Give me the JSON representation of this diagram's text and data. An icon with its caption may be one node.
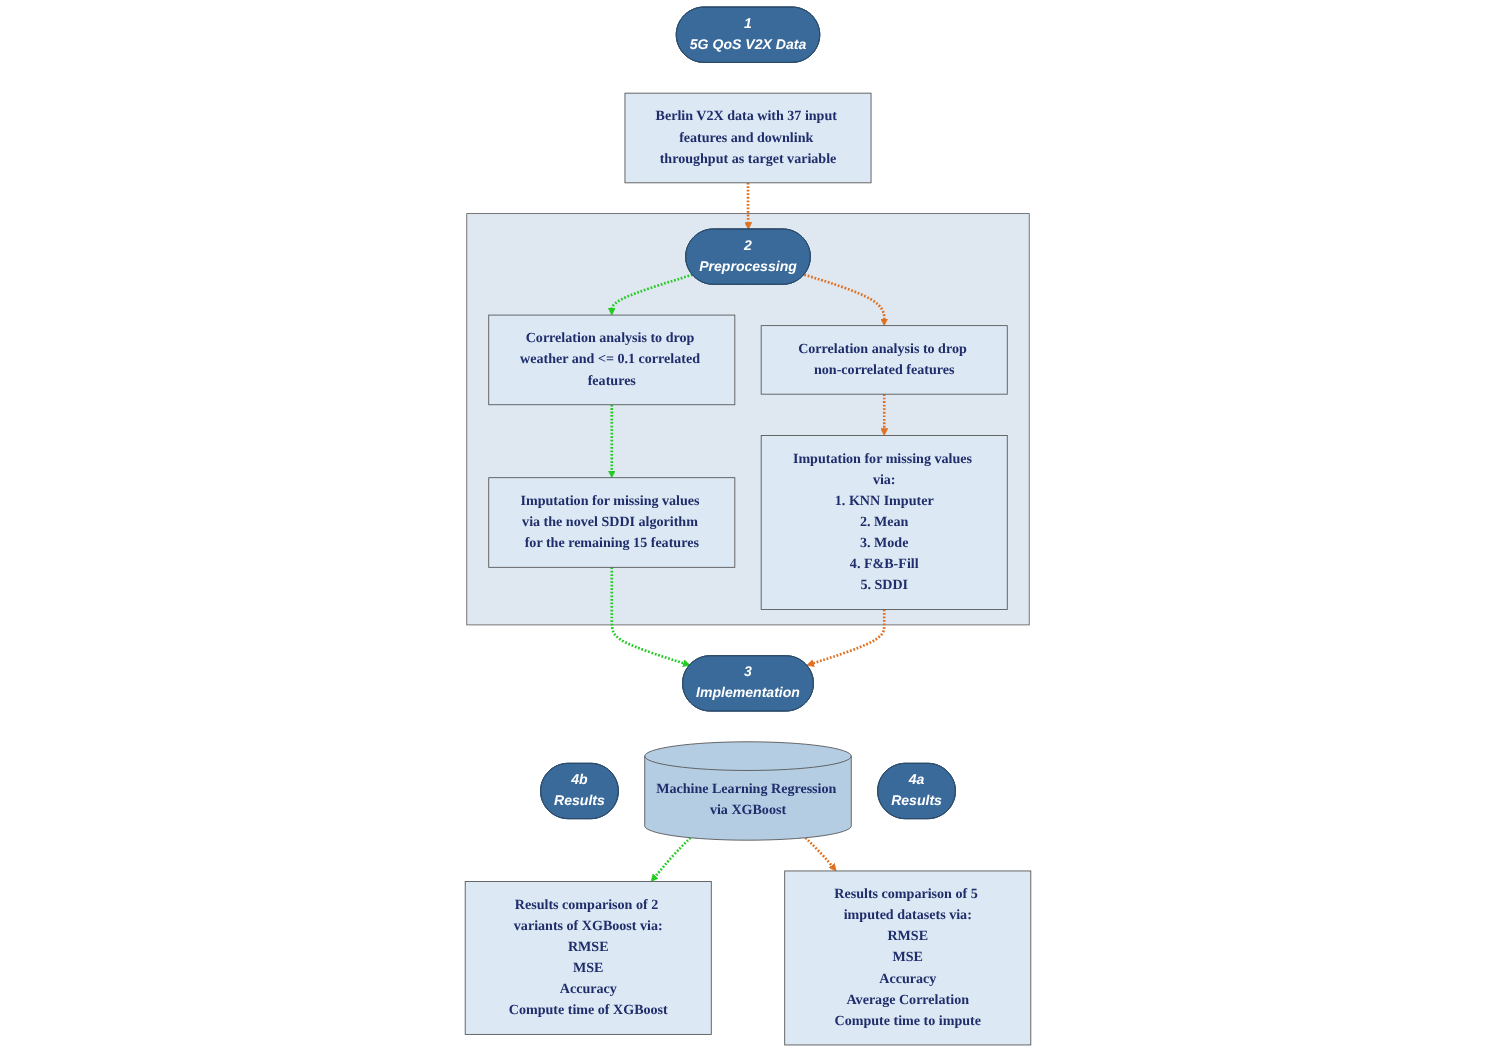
{
  "diagram": {
    "nodes": [
      {
        "text": [
          "1",
          "5G QoS V2X Data"
        ]
      },
      {
        "text": [
          "Berlin V2X data with 37 input features and downlink throughput as target variable"
        ]
      },
      {
        "text": [],
        "shape": "box"
      },
      {
        "text": [
          "2",
          "Preprocessing"
        ],
        "in": 2
      },
      {
        "text": [
          "Imputation for missing values via the novel SDDI algorithm for the remaining 15 features"
        ],
        "in": 2
      },
      {
        "text": [
          "Correlation analysis to drop weather and <= 0.1 correlated features"
        ],
        "in": 2
      },
      {
        "text": [
          "Correlation analysis to drop non-correlated features"
        ],
        "in": 2
      },
      {
        "text": [
          "Imputation for missing values via:",
          "1. KNN Imputer",
          "2. Mean",
          "3. Mode",
          "4. F&B-Fill",
          "5. SDDI"
        ],
        "in": 2
      },
      {
        "text": [
          "4b",
          "Results"
        ]
      },
      {
        "text": [
          "Results comparison of 2 variants of XGBoost via:",
          "RMSE",
          "MSE",
          "Accuracy",
          "Compute time of XGBoost"
        ]
      },
      {
        "text": [
          "3",
          "Implementation"
        ]
      },
      {
        "text": [
          "Machine Learning Regression via XGBoost"
        ]
      },
      {
        "text": [
          "4a",
          "Results"
        ]
      },
      {
        "text": [
          "Results comparison of 5 imputed datasets via:",
          "RMSE",
          "MSE",
          "Accuracy",
          "Average Correlation",
          "Compute time to impute"
        ]
      }
    ],
    "edges": [
      {
        "from": 1,
        "to": 3,
        "arrow": "to",
        "style": "dashed",
        "color": "#e07020"
      },
      {
        "from": 3,
        "to": 5,
        "arrow": "to",
        "style": "dashed",
        "color": "#22cc22"
      },
      {
        "from": 3,
        "to": 6,
        "arrow": "to",
        "style": "dashed",
        "color": "#e07020"
      },
      {
        "from": 5,
        "to": 4,
        "arrow": "to",
        "style": "dashed",
        "color": "#22cc22"
      },
      {
        "from": 6,
        "to": 7,
        "arrow": "to",
        "style": "dashed",
        "color": "#e07020"
      },
      {
        "from": 4,
        "to": 10,
        "arrow": "to",
        "style": "dashed",
        "color": "#22cc22"
      },
      {
        "from": 7,
        "to": 10,
        "arrow": "to",
        "style": "dashed",
        "color": "#e07020"
      },
      {
        "from": 11,
        "to": 9,
        "arrow": "to",
        "style": "dashed",
        "color": "#22cc22"
      },
      {
        "from": 11,
        "to": 13,
        "arrow": "to",
        "style": "dashed",
        "color": "#e07020"
      }
    ]
  }
}
